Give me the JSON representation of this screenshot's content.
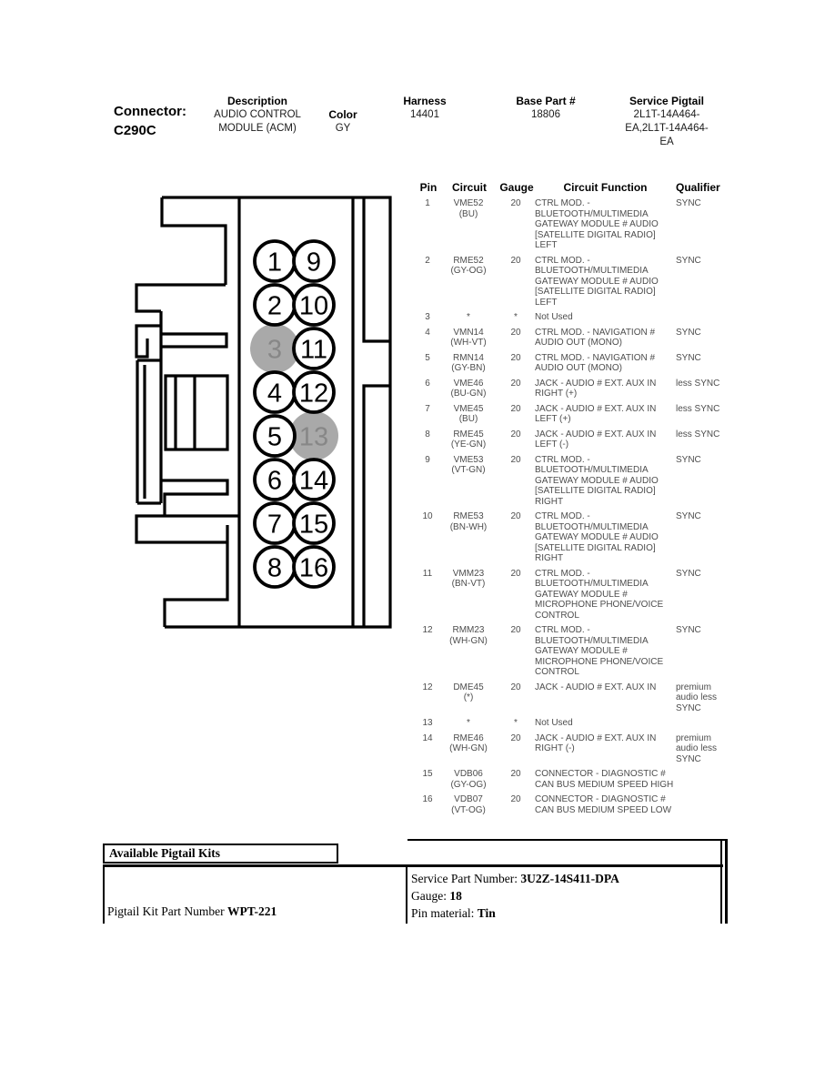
{
  "header": {
    "connector_label": "Connector:",
    "connector_id": "C290C",
    "description": {
      "label": "Description",
      "lines": [
        "AUDIO CONTROL",
        "MODULE (ACM)"
      ]
    },
    "color": {
      "label": "Color",
      "value": "GY"
    },
    "harness": {
      "label": "Harness",
      "value": "14401"
    },
    "base_part": {
      "label": "Base Part #",
      "value": "18806"
    },
    "service_pigtail": {
      "label": "Service Pigtail",
      "lines": [
        "2L1T-14A464-",
        "EA,2L1T-14A464-",
        "EA"
      ]
    }
  },
  "connector_diagram": {
    "pins_left": [
      "1",
      "2",
      "3",
      "4",
      "5",
      "6",
      "7",
      "8"
    ],
    "pins_right": [
      "9",
      "10",
      "11",
      "12",
      "13",
      "14",
      "15",
      "16"
    ],
    "not_used_pins": [
      "3",
      "13"
    ],
    "colors": {
      "outline": "#000000",
      "not_used_fill": "#a9a9a9",
      "not_used_text": "#878787"
    }
  },
  "pin_table": {
    "headers": [
      "Pin",
      "Circuit",
      "Gauge",
      "Circuit Function",
      "Qualifier"
    ],
    "rows": [
      {
        "pin": "1",
        "circuit": "VME52",
        "circuit_color": "(BU)",
        "gauge": "20",
        "function": "CTRL MOD. - BLUETOOTH/MULTIMEDIA GATEWAY MODULE # AUDIO [SATELLITE DIGITAL RADIO] LEFT",
        "qualifier": "SYNC"
      },
      {
        "pin": "2",
        "circuit": "RME52",
        "circuit_color": "(GY-OG)",
        "gauge": "20",
        "function": "CTRL MOD. - BLUETOOTH/MULTIMEDIA GATEWAY MODULE # AUDIO [SATELLITE DIGITAL RADIO] LEFT",
        "qualifier": "SYNC"
      },
      {
        "pin": "3",
        "circuit": "*",
        "circuit_color": "",
        "gauge": "*",
        "function": "Not Used",
        "qualifier": ""
      },
      {
        "pin": "4",
        "circuit": "VMN14",
        "circuit_color": "(WH-VT)",
        "gauge": "20",
        "function": "CTRL MOD. - NAVIGATION # AUDIO OUT (MONO)",
        "qualifier": "SYNC"
      },
      {
        "pin": "5",
        "circuit": "RMN14",
        "circuit_color": "(GY-BN)",
        "gauge": "20",
        "function": "CTRL MOD. - NAVIGATION # AUDIO OUT (MONO)",
        "qualifier": "SYNC"
      },
      {
        "pin": "6",
        "circuit": "VME46",
        "circuit_color": "(BU-GN)",
        "gauge": "20",
        "function": "JACK - AUDIO # EXT. AUX IN RIGHT (+)",
        "qualifier": "less SYNC"
      },
      {
        "pin": "7",
        "circuit": "VME45",
        "circuit_color": "(BU)",
        "gauge": "20",
        "function": "JACK - AUDIO # EXT. AUX IN LEFT (+)",
        "qualifier": "less SYNC"
      },
      {
        "pin": "8",
        "circuit": "RME45",
        "circuit_color": "(YE-GN)",
        "gauge": "20",
        "function": "JACK - AUDIO # EXT. AUX IN LEFT (-)",
        "qualifier": "less SYNC"
      },
      {
        "pin": "9",
        "circuit": "VME53",
        "circuit_color": "(VT-GN)",
        "gauge": "20",
        "function": "CTRL MOD. - BLUETOOTH/MULTIMEDIA GATEWAY MODULE # AUDIO [SATELLITE DIGITAL RADIO] RIGHT",
        "qualifier": "SYNC"
      },
      {
        "pin": "10",
        "circuit": "RME53",
        "circuit_color": "(BN-WH)",
        "gauge": "20",
        "function": "CTRL MOD. - BLUETOOTH/MULTIMEDIA GATEWAY MODULE # AUDIO [SATELLITE DIGITAL RADIO] RIGHT",
        "qualifier": "SYNC"
      },
      {
        "pin": "11",
        "circuit": "VMM23",
        "circuit_color": "(BN-VT)",
        "gauge": "20",
        "function": "CTRL MOD. - BLUETOOTH/MULTIMEDIA GATEWAY MODULE # MICROPHONE PHONE/VOICE CONTROL",
        "qualifier": "SYNC"
      },
      {
        "pin": "12",
        "circuit": "RMM23",
        "circuit_color": "(WH-GN)",
        "gauge": "20",
        "function": "CTRL MOD. - BLUETOOTH/MULTIMEDIA GATEWAY MODULE # MICROPHONE PHONE/VOICE CONTROL",
        "qualifier": "SYNC"
      },
      {
        "pin": "12",
        "circuit": "DME45",
        "circuit_color": "(*)",
        "gauge": "20",
        "function": "JACK - AUDIO # EXT. AUX IN",
        "qualifier": "premium audio less SYNC"
      },
      {
        "pin": "13",
        "circuit": "*",
        "circuit_color": "",
        "gauge": "*",
        "function": "Not Used",
        "qualifier": ""
      },
      {
        "pin": "14",
        "circuit": "RME46",
        "circuit_color": "(WH-GN)",
        "gauge": "20",
        "function": "JACK - AUDIO # EXT. AUX IN RIGHT (-)",
        "qualifier": "premium audio less SYNC"
      },
      {
        "pin": "15",
        "circuit": "VDB06",
        "circuit_color": "(GY-OG)",
        "gauge": "20",
        "function": "CONNECTOR - DIAGNOSTIC # CAN BUS MEDIUM SPEED HIGH",
        "qualifier": ""
      },
      {
        "pin": "16",
        "circuit": "VDB07",
        "circuit_color": "(VT-OG)",
        "gauge": "20",
        "function": "CONNECTOR - DIAGNOSTIC # CAN BUS MEDIUM SPEED LOW",
        "qualifier": ""
      }
    ]
  },
  "pigtail_table": {
    "title": "Available Pigtail Kits",
    "kit_label": "Pigtail Kit Part Number ",
    "kit_value": "WPT-221",
    "details": [
      {
        "label": "Service Part Number: ",
        "value": "3U2Z-14S411-DPA"
      },
      {
        "label": "Gauge: ",
        "value": "18"
      },
      {
        "label": "Pin material: ",
        "value": "Tin"
      }
    ]
  }
}
